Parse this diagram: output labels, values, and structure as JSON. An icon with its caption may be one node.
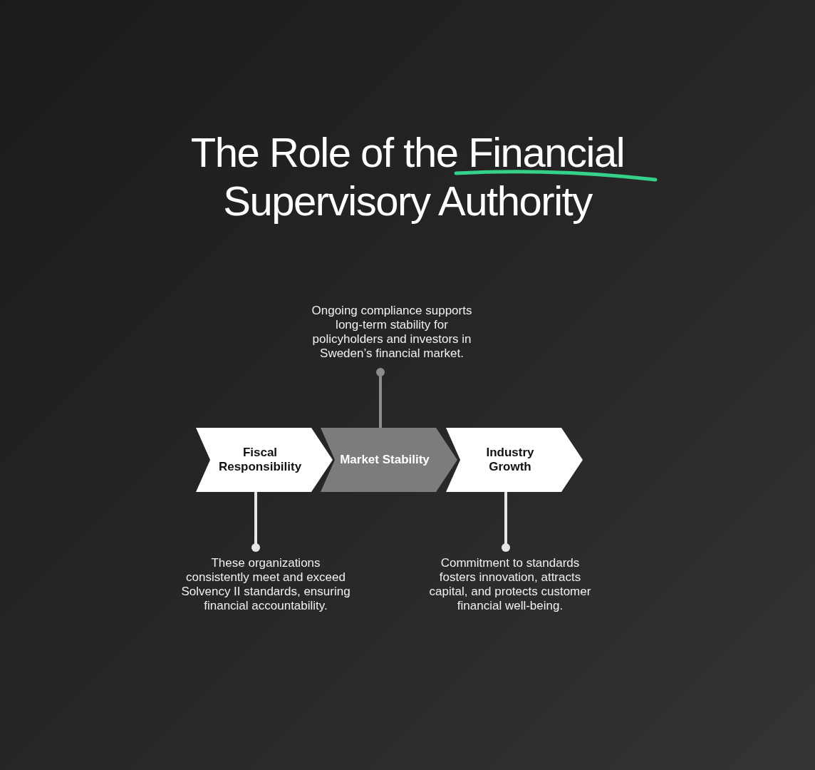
{
  "diagram": {
    "title": "The Role of the Financial Supervisory Authority",
    "nodes": [
      {
        "text": [
          "Fiscal Responsibility"
        ]
      },
      {
        "text": [
          "Market Stability"
        ]
      },
      {
        "text": [
          "Industry Growth"
        ]
      },
      {
        "text": [
          "Ongoing compliance supports long-term stability for policyholders and investors in Sweden’s financial market."
        ]
      },
      {
        "text": [
          "These organizations consistently meet and exceed Solvency II standards, ensuring financial accountability."
        ]
      },
      {
        "text": [
          "Commitment to standards fosters innovation, attracts capital, and protects customer financial well-being."
        ]
      }
    ],
    "edges": [
      {
        "from": 1,
        "to": 3,
        "arrow": "other",
        "color": "#8c8c8c"
      },
      {
        "from": 0,
        "to": 4,
        "arrow": "other"
      },
      {
        "from": 2,
        "to": 5,
        "arrow": "other"
      }
    ]
  }
}
